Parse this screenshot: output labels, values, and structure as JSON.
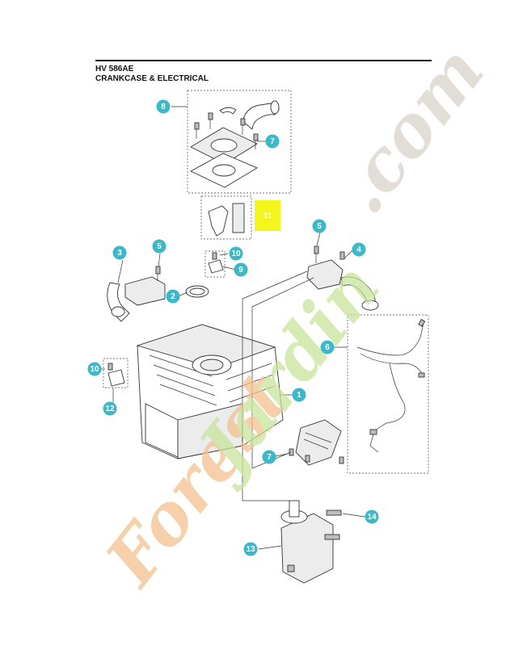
{
  "header": {
    "model": "HV 586AE",
    "section": "CRANKCASE & ELECTRICAL"
  },
  "colors": {
    "callout": "#3cb8c6",
    "highlight_box": "#f5f51e",
    "highlight_text": "#1c8a2a",
    "watermark_orange": "#f3c18e",
    "watermark_green": "#c9e39a",
    "watermark_gray": "#d8d2c8"
  },
  "callouts": [
    {
      "id": "c-8",
      "label": "8"
    },
    {
      "id": "c-7a",
      "label": "7"
    },
    {
      "id": "c-11",
      "label": "11",
      "highlight": true
    },
    {
      "id": "c-5a",
      "label": "5"
    },
    {
      "id": "c-4",
      "label": "4"
    },
    {
      "id": "c-3",
      "label": "3"
    },
    {
      "id": "c-5b",
      "label": "5"
    },
    {
      "id": "c-10a",
      "label": "10"
    },
    {
      "id": "c-9",
      "label": "9"
    },
    {
      "id": "c-2",
      "label": "2"
    },
    {
      "id": "c-6",
      "label": "6"
    },
    {
      "id": "c-10b",
      "label": "10"
    },
    {
      "id": "c-1",
      "label": "1"
    },
    {
      "id": "c-12",
      "label": "12"
    },
    {
      "id": "c-7b",
      "label": "7"
    },
    {
      "id": "c-14",
      "label": "14"
    },
    {
      "id": "c-13",
      "label": "13"
    }
  ],
  "watermark": {
    "brand_left": "Forest",
    "brand_right": "Jardin",
    "suffix": ".com"
  }
}
